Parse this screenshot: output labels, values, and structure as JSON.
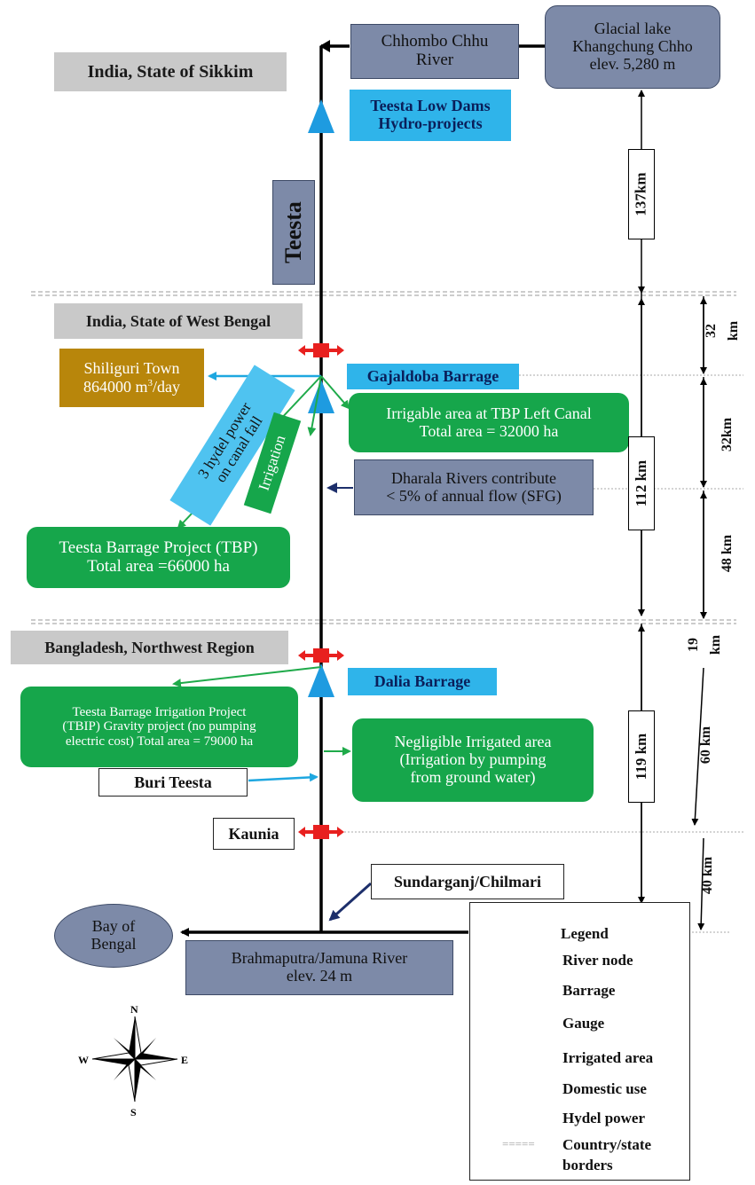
{
  "regions": {
    "sikkim": "India, State of Sikkim",
    "west_bengal": "India, State of West Bengal",
    "bangladesh": "Bangladesh, Northwest Region"
  },
  "river_label": "Teesta",
  "source": {
    "river_line1": "Chhombo Chhu",
    "river_line2": "River",
    "lake_line1": "Glacial lake",
    "lake_line2": "Khangchung Chho",
    "lake_line3": "elev. 5,280 m"
  },
  "teesta_low_dams": {
    "line1": "Teesta Low Dams",
    "line2": "Hydro-projects"
  },
  "shiliguri": {
    "line1": "Shiliguri Town",
    "line2_prefix": "864000 m",
    "line2_sup": "3",
    "line2_suffix": "/day"
  },
  "gajaldoba": "Gajaldoba Barrage",
  "hydel_label_line1": "3 hydel power",
  "hydel_label_line2": "on canal fall",
  "irrigation_label": "Irrigation",
  "tbp_left_canal": {
    "line1": "Irrigable area at TBP Left Canal",
    "line2": "Total area = 32000 ha"
  },
  "dharala": {
    "line1": "Dharala Rivers contribute",
    "line2": "< 5% of annual flow (SFG)"
  },
  "tbp": {
    "line1": "Teesta Barrage Project (TBP)",
    "line2": "Total area =66000 ha"
  },
  "dalia": "Dalia Barrage",
  "tbip": {
    "line1": "Teesta Barrage Irrigation Project",
    "line2": "(TBIP) Gravity project (no pumping",
    "line3": "electric cost) Total area = 79000 ha"
  },
  "negligible": {
    "line1": "Negligible Irrigated area",
    "line2": "(Irrigation by pumping",
    "line3": "from ground water)"
  },
  "buri_teesta": "Buri Teesta",
  "kaunia": "Kaunia",
  "sundarganj": "Sundarganj/Chilmari",
  "bay": {
    "line1": "Bay of",
    "line2": "Bengal"
  },
  "brahmaputra": {
    "line1": "Brahmaputra/Jamuna River",
    "line2": "elev. 24 m"
  },
  "distances_main": [
    "137km",
    "112 km",
    "119 km"
  ],
  "distances_side": {
    "d1a": "32",
    "d1b": "km",
    "d2": "32km",
    "d3": "48 km",
    "d4a": "19",
    "d4b": "km",
    "d5": "60 km",
    "d6": "40 km"
  },
  "compass": {
    "n": "N",
    "s": "S",
    "e": "E",
    "w": "W"
  },
  "legend": {
    "title": "Legend",
    "items": [
      {
        "symbol": "river-node-arrow",
        "label": "River node"
      },
      {
        "symbol": "barrage-triangle",
        "label": "Barrage"
      },
      {
        "symbol": "gauge",
        "label": "Gauge"
      },
      {
        "symbol": "green-box",
        "label": "Irrigated area"
      },
      {
        "symbol": "brown-box",
        "label": "Domestic use"
      },
      {
        "symbol": "light-blue-box",
        "label": "Hydel power"
      },
      {
        "symbol": "dashed-line",
        "label": "Country/state borders"
      }
    ],
    "border_symbol": "=====",
    "border_label_line1": "Country/state",
    "border_label_line2": "borders"
  },
  "colors": {
    "irrigated": "#16a64b",
    "domestic": "#b8860b",
    "hydel": "#4fc3f0",
    "barrage": "#1e9be0",
    "gauge": "#e8201f",
    "river_node": "#1faa4a"
  }
}
